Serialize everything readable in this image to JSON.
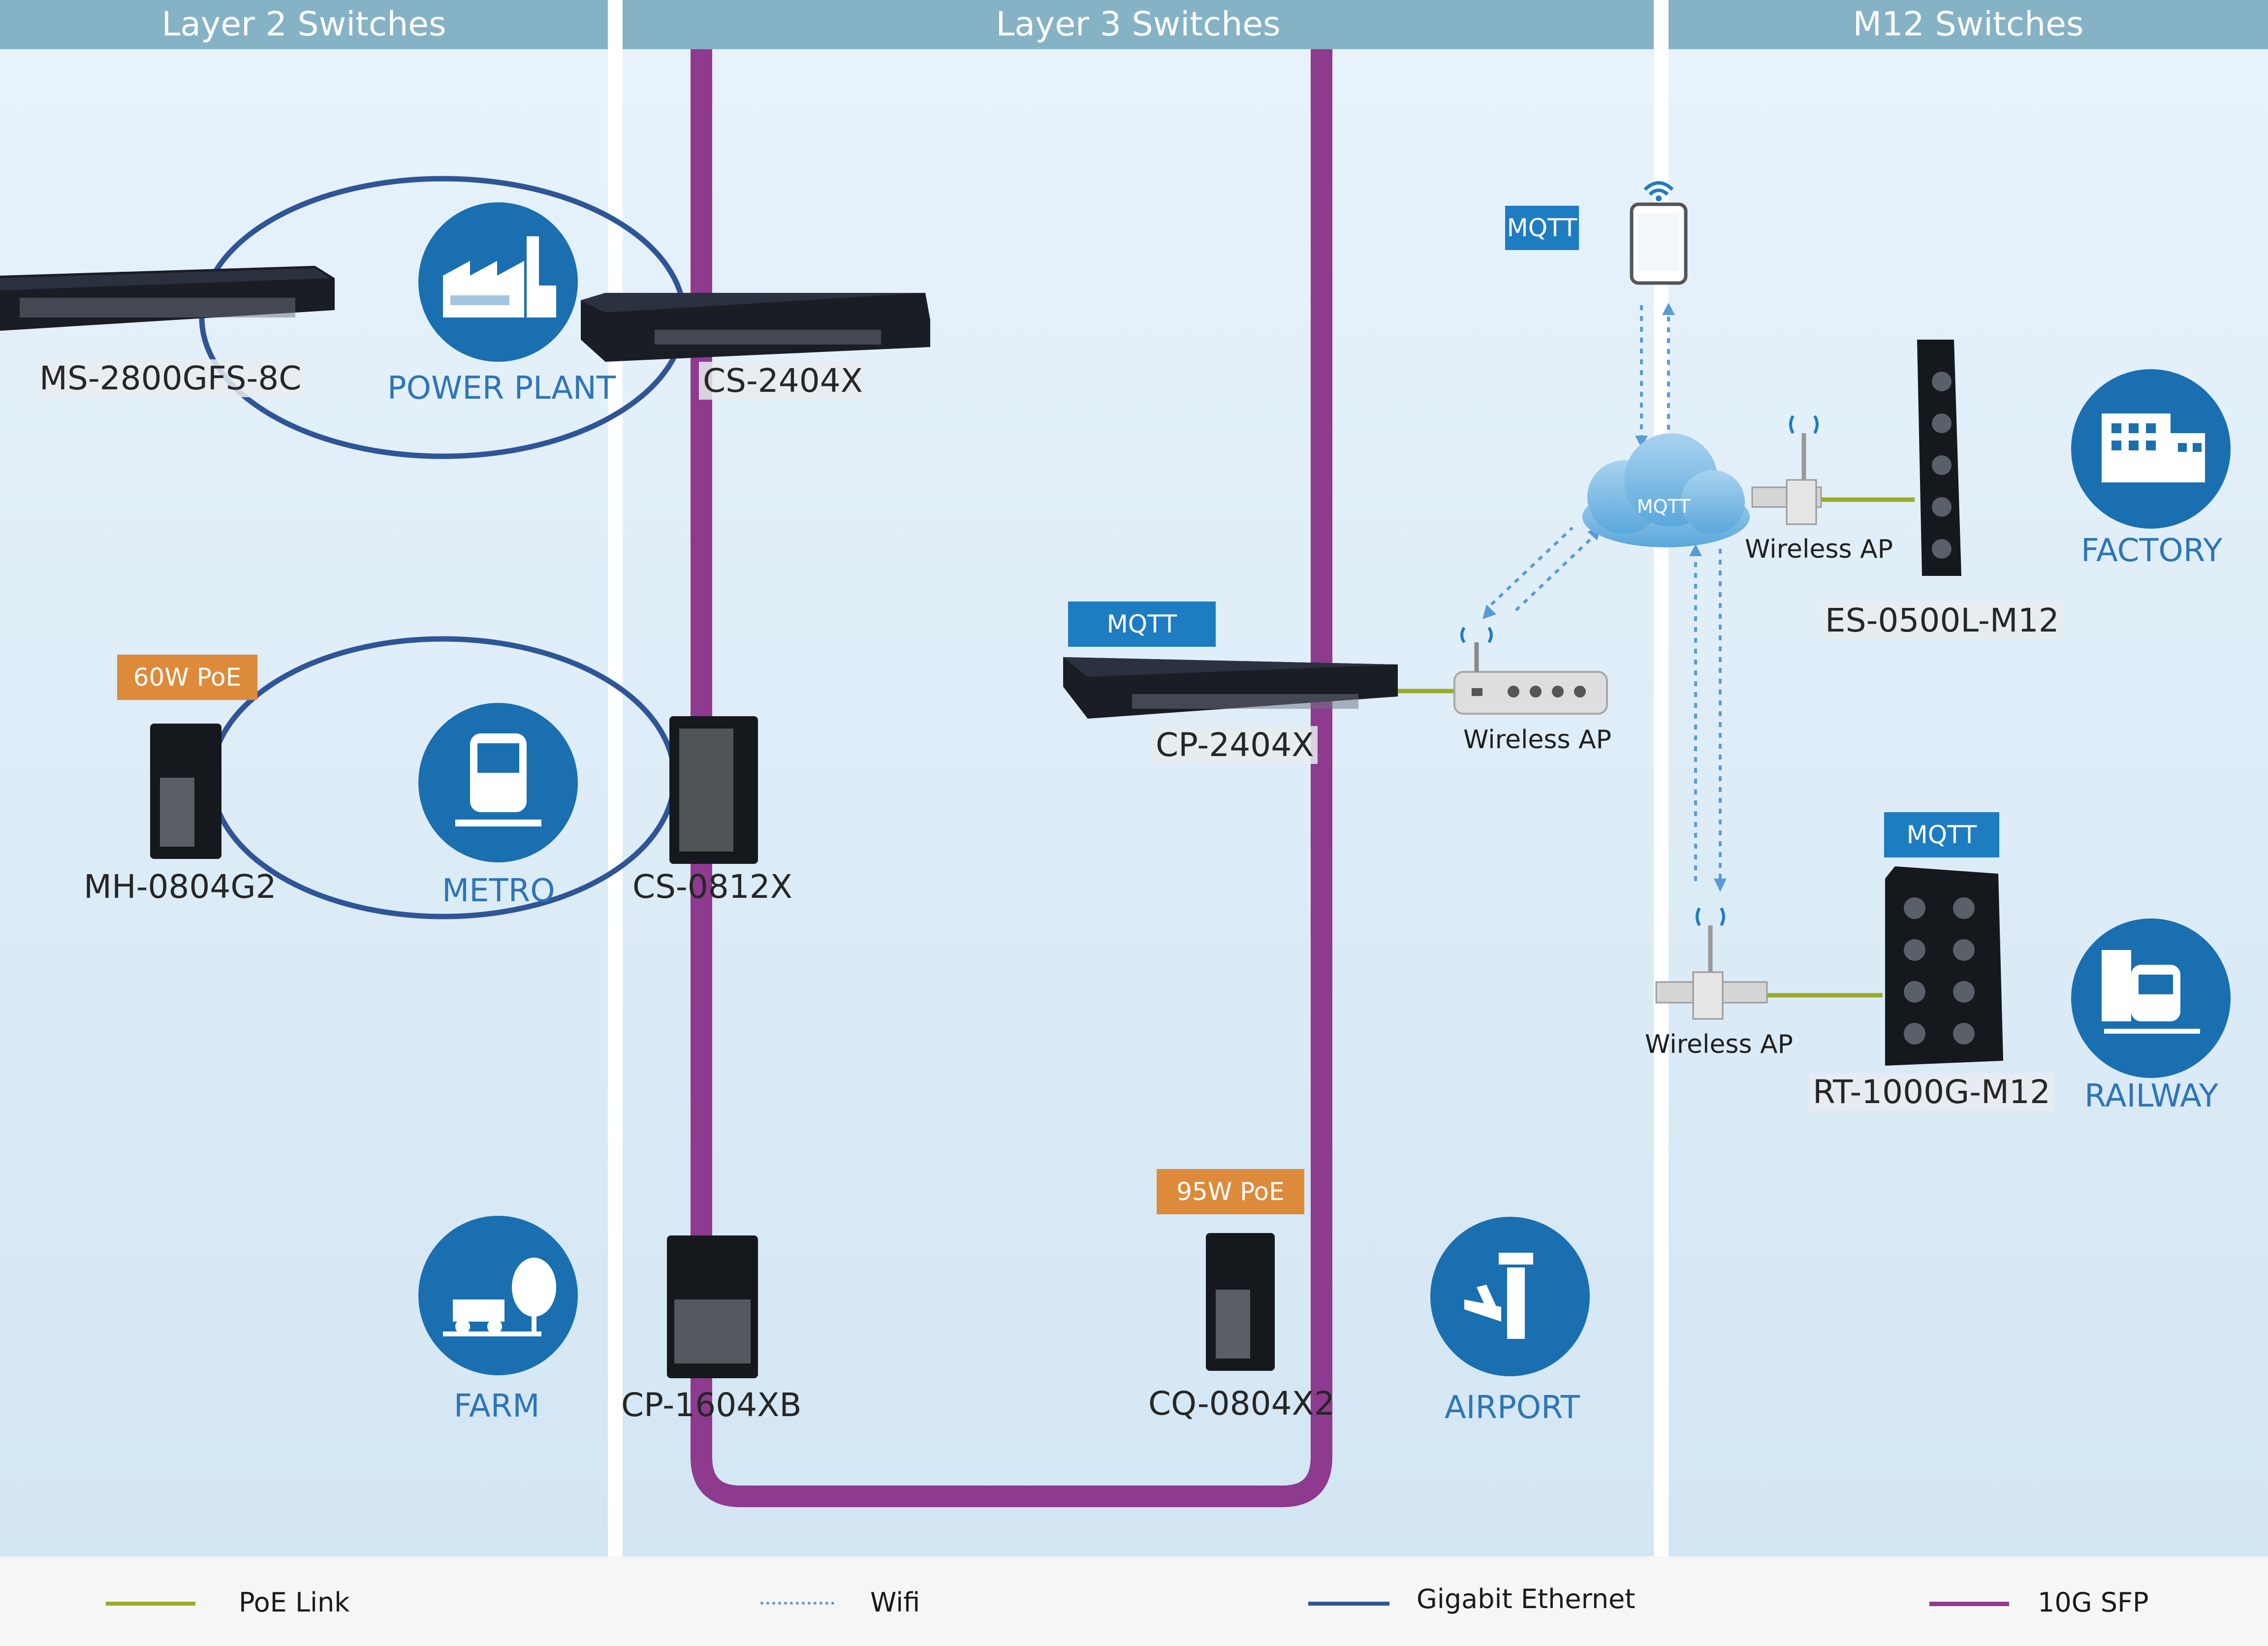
{
  "panels": {
    "layer2": "Layer 2 Switches",
    "layer3": "Layer 3 Switches",
    "m12": "M12 Switches"
  },
  "devices": {
    "ms2800": "MS-2800GFS-8C",
    "cs2404": "CS-2404X",
    "mh0804": "MH-0804G2",
    "cs0812": "CS-0812X",
    "cp1604": "CP-1604XB",
    "cq0804": "CQ-0804X2",
    "cp2404": "CP-2404X",
    "es0500": "ES-0500L-M12",
    "rt1000": "RT-1000G-M12"
  },
  "places": {
    "power_plant": "POWER PLANT",
    "metro": "METRO",
    "farm": "FARM",
    "airport": "AIRPORT",
    "factory": "FACTORY",
    "railway": "RAILWAY"
  },
  "badges": {
    "mqtt": "MQTT",
    "poe60": "60W PoE",
    "poe95": "95W PoE"
  },
  "wireless_ap": "Wireless AP",
  "cloud_label": "MQTT",
  "legend": {
    "poe": "PoE Link",
    "wifi": "Wifi",
    "gigabit": "Gigabit Ethernet",
    "sfp": "10G SFP"
  },
  "colors": {
    "poe": "#9aab2a",
    "wifi": "#5b9bd5",
    "gigabit": "#2f5597",
    "sfp": "#8e3a8f",
    "icon": "#1a6fb0",
    "panel_header": "#86b2c5"
  }
}
